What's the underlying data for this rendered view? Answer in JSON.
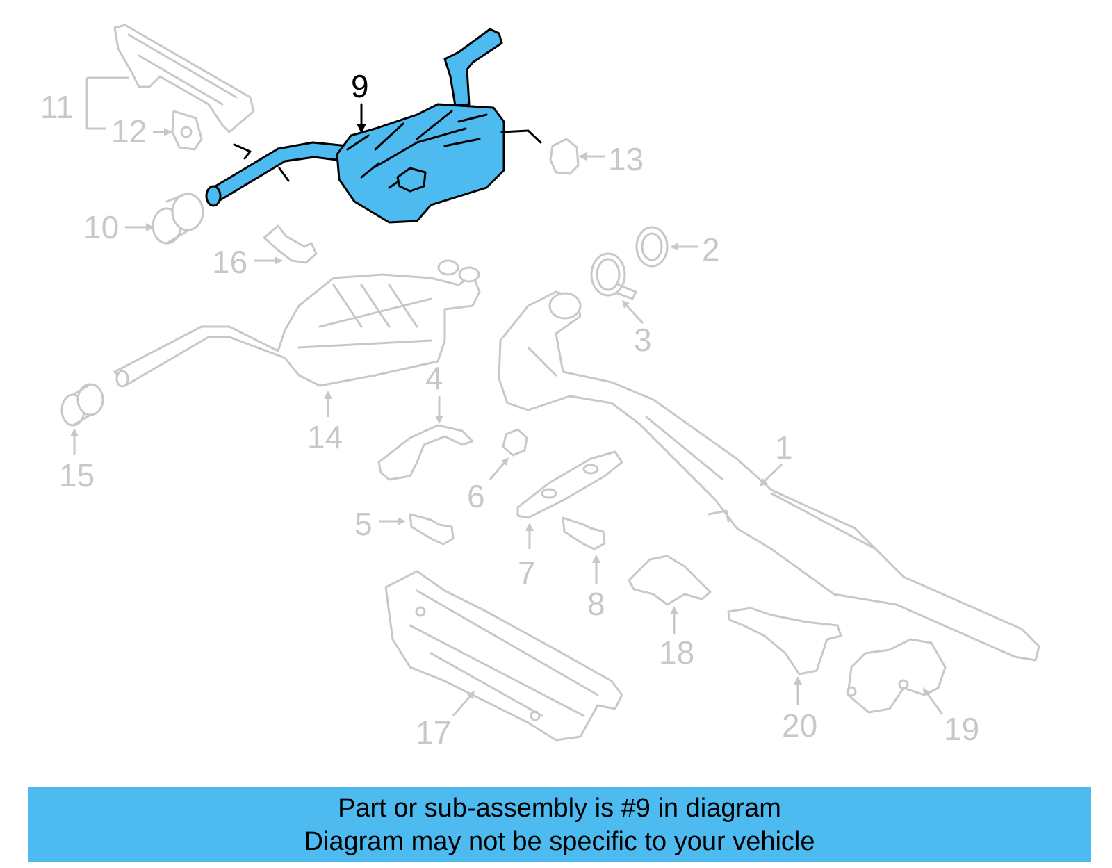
{
  "callouts": {
    "c1": "1",
    "c2": "2",
    "c3": "3",
    "c4": "4",
    "c5": "5",
    "c6": "6",
    "c7": "7",
    "c8": "8",
    "c9": "9",
    "c10": "10",
    "c11": "11",
    "c12": "12",
    "c13": "13",
    "c14": "14",
    "c15": "15",
    "c16": "16",
    "c17": "17",
    "c18": "18",
    "c19": "19",
    "c20": "20"
  },
  "highlight": {
    "part": "9",
    "color": "#4dbbf0"
  },
  "banner": {
    "line1": "Part or sub-assembly is #9 in diagram",
    "line2": "Diagram may not be specific to your vehicle",
    "color": "#4dbbf0"
  },
  "icons": [
    "muffler-icon",
    "bracket-icon",
    "clamp-icon",
    "gasket-icon",
    "bolt-icon",
    "nut-icon",
    "heat-shield-icon",
    "hanger-icon",
    "catalytic-converter-icon"
  ]
}
